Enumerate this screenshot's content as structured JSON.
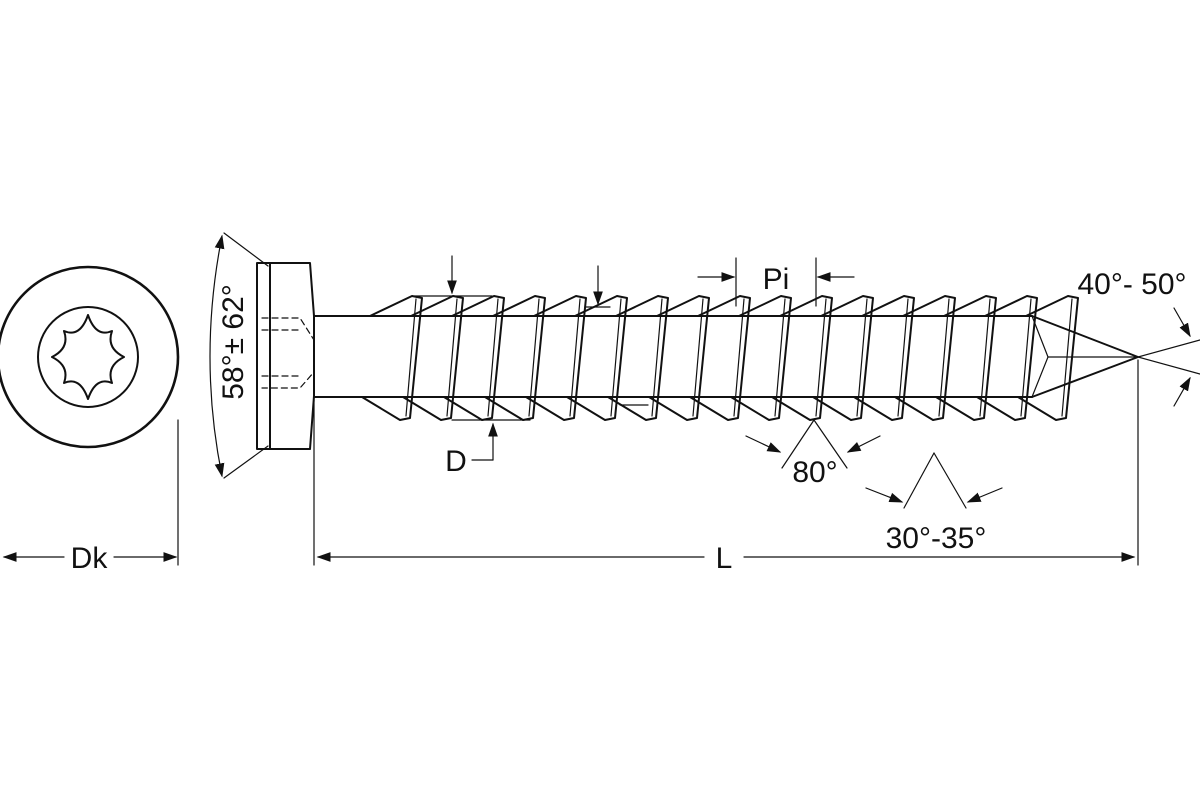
{
  "labels": {
    "head_diameter": "Dk",
    "head_angle": "58°± 62°",
    "thread_diameter": "D",
    "thread_pitch": "Pi",
    "tip_angle": "40°- 50°",
    "thread_angle": "80°",
    "flank_angle": "30°-35°",
    "length": "L"
  },
  "colors": {
    "line": "#111111",
    "background": "#ffffff"
  },
  "icons": {
    "drive": "torx-star-icon"
  }
}
